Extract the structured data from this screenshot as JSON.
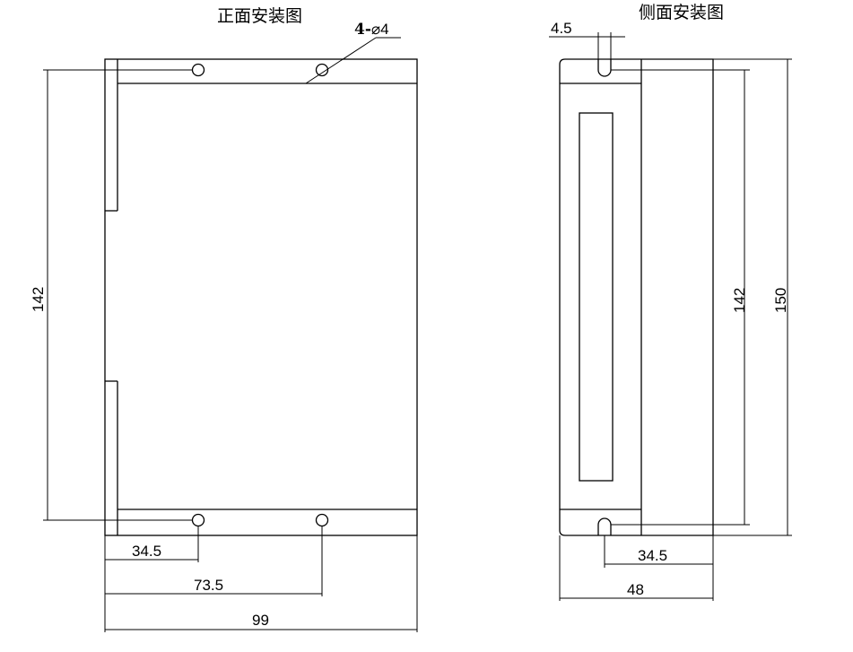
{
  "front_view": {
    "title": "正面安装图",
    "hole_label_count": "4",
    "hole_label_dash": "-",
    "hole_label_dia": "⌀4",
    "dim_height": "142",
    "dim_hole1": "34.5",
    "dim_hole2": "73.5",
    "dim_width": "99"
  },
  "side_view": {
    "title": "侧面安装图",
    "dim_slot": "4.5",
    "dim_hole_spacing": "142",
    "dim_height": "150",
    "dim_offset": "34.5",
    "dim_depth": "48"
  }
}
